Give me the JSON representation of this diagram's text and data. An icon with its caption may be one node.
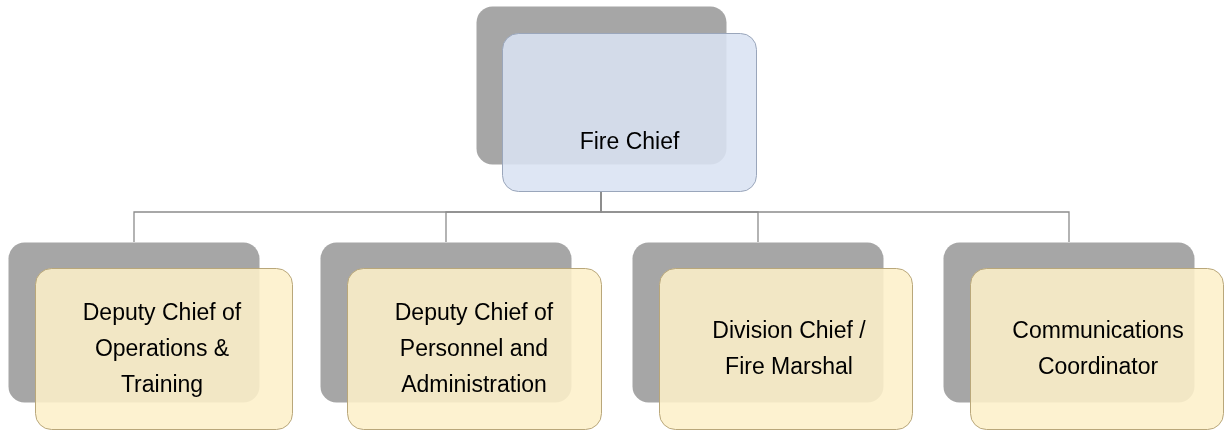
{
  "diagram": {
    "nodes": [
      {
        "text": [
          "Fire Chief"
        ]
      },
      {
        "text": [
          "Deputy Chief of Operations & Training"
        ]
      },
      {
        "text": [
          "Deputy Chief of Personnel and Administration"
        ]
      },
      {
        "text": [
          "Division Chief / Fire Marshal"
        ]
      },
      {
        "text": [
          "Communications Coordinator"
        ]
      }
    ],
    "edges": [
      {
        "from": 0,
        "to": 1,
        "arrow": "none"
      },
      {
        "from": 0,
        "to": 2,
        "arrow": "none"
      },
      {
        "from": 0,
        "to": 3,
        "arrow": "none"
      },
      {
        "from": 0,
        "to": 4,
        "arrow": "none"
      }
    ]
  }
}
